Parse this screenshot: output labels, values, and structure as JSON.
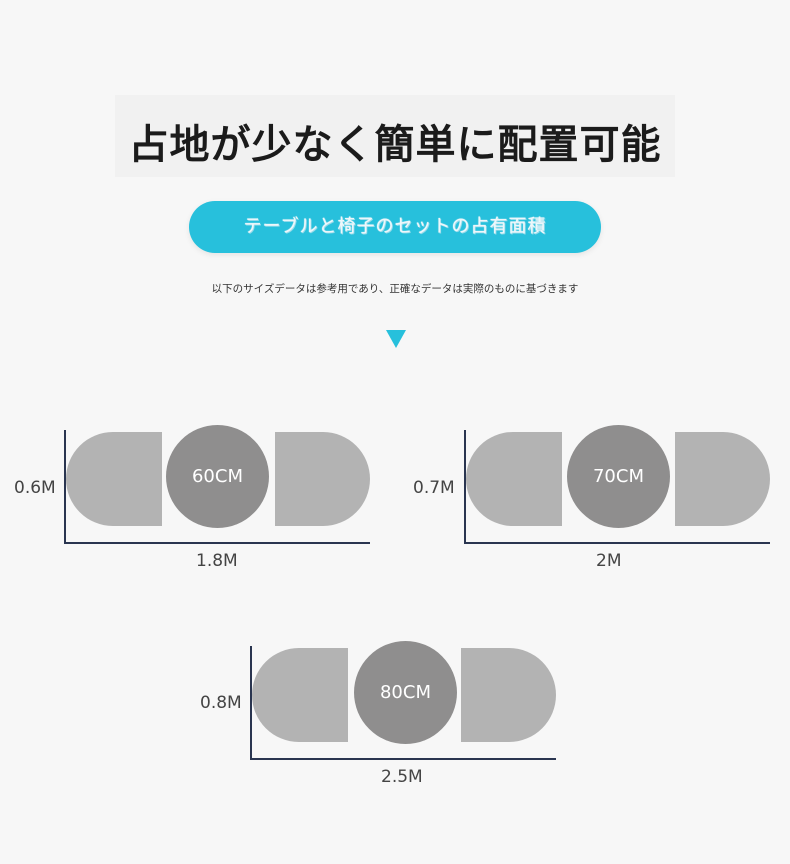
{
  "header": {
    "title": "占地が少なく簡単に配置可能",
    "pill_text": "テーブルと椅子のセットの占有面積",
    "note": "以下のサイズデータは参考用であり、正確なデータは実際のものに基づきます"
  },
  "colors": {
    "accent": "#27c0dc",
    "table": "#8f8e8e",
    "chair": "#b3b3b3",
    "axis": "#2a3550"
  },
  "diagrams": [
    {
      "table_label": "60CM",
      "height_label": "0.6M",
      "width_label": "1.8M"
    },
    {
      "table_label": "70CM",
      "height_label": "0.7M",
      "width_label": "2M"
    },
    {
      "table_label": "80CM",
      "height_label": "0.8M",
      "width_label": "2.5M"
    }
  ]
}
